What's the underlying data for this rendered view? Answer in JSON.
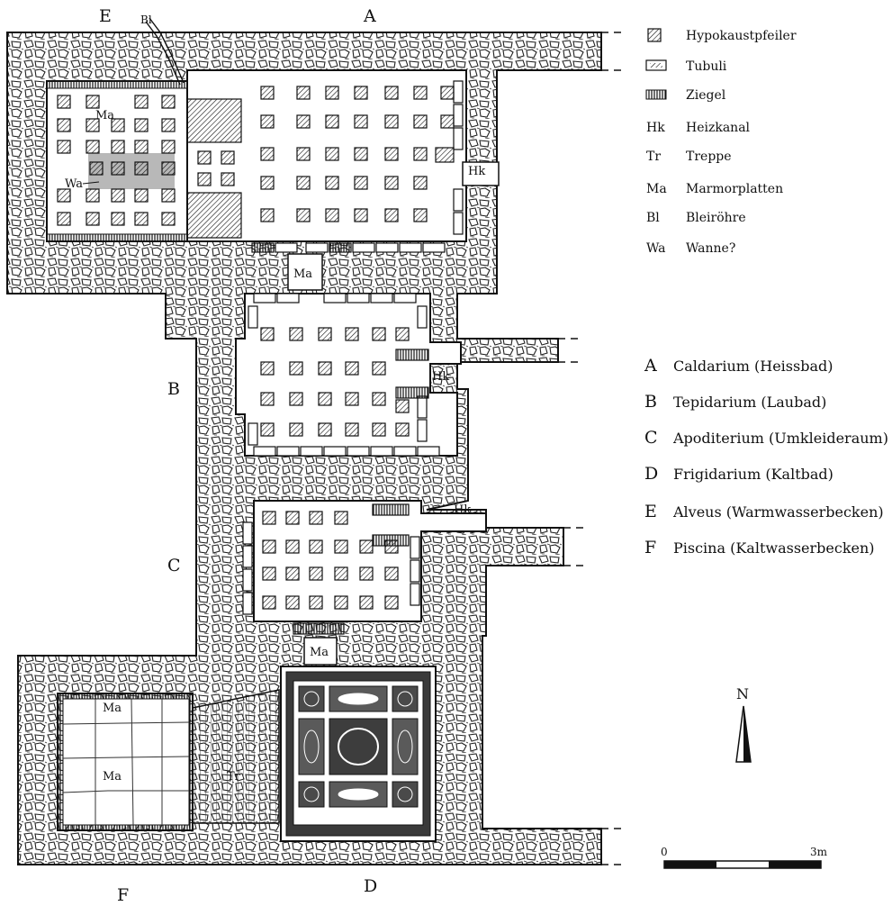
{
  "legend_symbols": [
    {
      "symbol": "hatched-square",
      "text": "Hypokaustpfeiler"
    },
    {
      "symbol": "tubulus-box",
      "text": "Tubuli"
    },
    {
      "symbol": "striped-bar",
      "text": "Ziegel"
    },
    {
      "abbr": "Hk",
      "text": "Heizkanal"
    },
    {
      "abbr": "Tr",
      "text": "Treppe"
    },
    {
      "abbr": "Ma",
      "text": "Marmorplatten"
    },
    {
      "abbr": "Bl",
      "text": "Bleiröhre"
    },
    {
      "abbr": "Wa",
      "text": "Wanne?"
    }
  ],
  "legend_rooms": [
    {
      "letter": "A",
      "name": "Caldarium",
      "gloss": "(Heissbad)"
    },
    {
      "letter": "B",
      "name": "Tepidarium",
      "gloss": "(Laubad)"
    },
    {
      "letter": "C",
      "name": "Apoditerium",
      "gloss": "(Umkleideraum)"
    },
    {
      "letter": "D",
      "name": "Frigidarium",
      "gloss": "(Kaltbad)"
    },
    {
      "letter": "E",
      "name": "Alveus",
      "gloss": "(Warmwasserbecken)"
    },
    {
      "letter": "F",
      "name": "Piscina",
      "gloss": "(Kaltwasserbecken)"
    }
  ],
  "plan_labels": {
    "E": "E",
    "Bl": "Bl",
    "A": "A",
    "Ma_alveus": "Ma",
    "Wa": "Wa",
    "Hk_a": "Hk",
    "Ma_ab": "Ma",
    "B": "B",
    "Hk_b": "Hk",
    "Hk_c": "Hk",
    "C": "C",
    "Ma_cd": "Ma",
    "Ma_f1": "Ma",
    "Ma_f2": "Ma",
    "Tr": "Tr",
    "F": "F",
    "D": "D"
  },
  "north": "N",
  "scale": {
    "start": "0",
    "end": "3m"
  }
}
